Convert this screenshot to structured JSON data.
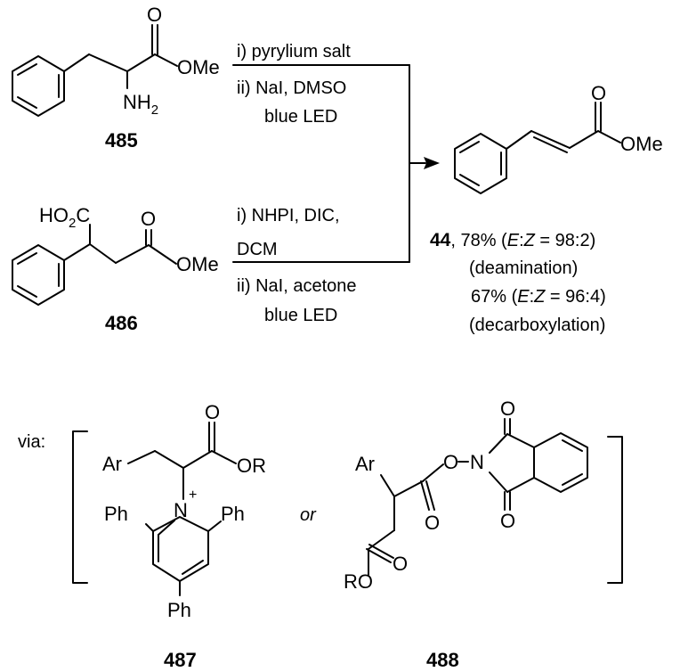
{
  "scheme": {
    "reaction_1": {
      "compound_label": "485",
      "atoms": {
        "carbonyl_o": "O",
        "ester": "OMe",
        "amine": "NH",
        "amine_sub": "2"
      },
      "conditions": [
        "i) pyrylium salt",
        "ii) NaI, DMSO",
        "blue LED"
      ]
    },
    "reaction_2": {
      "compound_label": "486",
      "atoms": {
        "acid_ho": "HO",
        "acid_sub": "2",
        "acid_c": "C",
        "carbonyl_o": "O",
        "ester": "OMe"
      },
      "conditions": [
        "i) NHPI, DIC,",
        "DCM",
        "ii) NaI, acetone",
        "blue LED"
      ]
    },
    "product": {
      "compound_label": "44",
      "atoms": {
        "carbonyl_o": "O",
        "ester": "OMe"
      },
      "yield_line_1": ", 78% (",
      "ratio_e": "E",
      "ratio_colon": ":",
      "ratio_z": "Z",
      "ratio_1": " = 98:2)",
      "note_1": "(deamination)",
      "yield_line_2": "67% (",
      "ratio_2": " = 96:4)",
      "note_2": "(decarboxylation)"
    },
    "intermediates": {
      "via_label": "via:",
      "or_label": "or",
      "i487": {
        "compound_label": "487",
        "atoms": {
          "ar": "Ar",
          "carbonyl_o": "O",
          "ester": "OR",
          "n": "N",
          "charge": "+",
          "ph_left": "Ph",
          "ph_right": "Ph",
          "ph_bottom": "Ph"
        }
      },
      "i488": {
        "compound_label": "488",
        "atoms": {
          "ar": "Ar",
          "ester_o": "O",
          "imide_n": "N",
          "imide_o_top": "O",
          "imide_o_bottom": "O",
          "carbonyl_o": "O",
          "ro": "RO",
          "ro_carbonyl_o": "O"
        }
      }
    }
  }
}
